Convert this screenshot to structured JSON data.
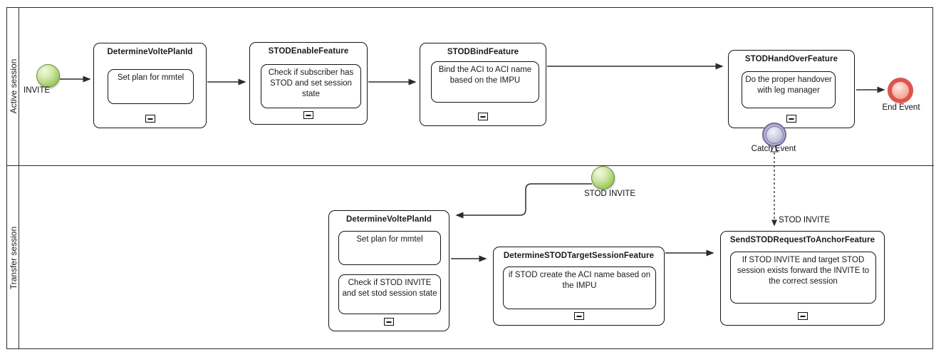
{
  "diagram": {
    "lanes": [
      {
        "label": "Active session"
      },
      {
        "label": "Transfer session"
      }
    ],
    "events": {
      "invite": {
        "label": "INVITE",
        "type": "start",
        "color": "#8bb84b"
      },
      "stod_invite": {
        "label": "STOD INVITE",
        "type": "start",
        "color": "#8bb84b"
      },
      "end_event": {
        "label": "End Event",
        "type": "end",
        "color": "#e2514d"
      },
      "catch_event": {
        "label": "Catch Event",
        "type": "catch",
        "color": "#8d8bb5"
      }
    },
    "tasks": {
      "determine_volte_top": {
        "title": "DetermineVoltePlanId",
        "steps": [
          "Set plan for mmtel"
        ]
      },
      "stod_enable": {
        "title": "STODEnableFeature",
        "steps": [
          "Check if subscriber has STOD and set session state"
        ]
      },
      "stod_bind": {
        "title": "STODBindFeature",
        "steps": [
          "Bind the ACI to ACI name based on the IMPU"
        ]
      },
      "stod_handover": {
        "title": "STODHandOverFeature",
        "steps": [
          "Do the proper handover with leg manager"
        ]
      },
      "determine_volte_bottom": {
        "title": "DetermineVoltePlanId",
        "steps": [
          "Set plan for mmtel",
          "Check if STOD INVITE and set stod session state"
        ]
      },
      "determine_stod_target": {
        "title": "DetermineSTODTargetSessionFeature",
        "steps": [
          "if STOD create the ACI name based on the IMPU"
        ]
      },
      "send_stod_request": {
        "title": "SendSTODRequestToAnchorFeature",
        "steps": [
          "If STOD INVITE and target STOD session exists forward the INVITE to the correct session"
        ]
      }
    },
    "connector_labels": {
      "catch_to_send": "STOD INVITE"
    },
    "colors": {
      "line": "#2b2b2b",
      "start_event_fill": "#8bb84b",
      "end_event_ring": "#e2514d",
      "catch_event_ring": "#6e6c9c"
    }
  }
}
